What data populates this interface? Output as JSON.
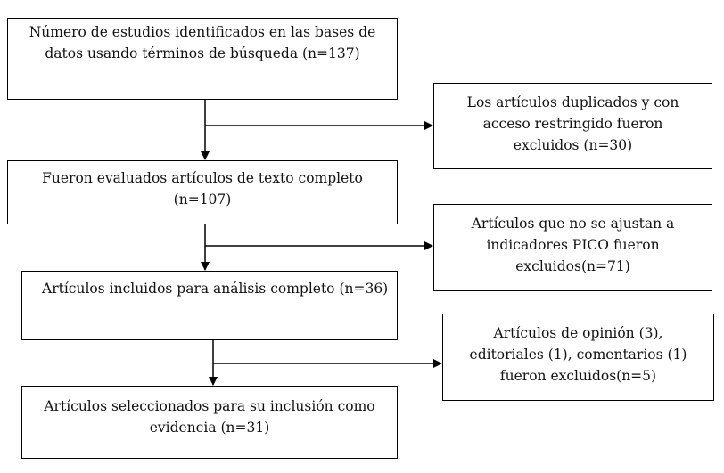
{
  "flow": {
    "main_steps": [
      {
        "lines": [
          "Número de estudios identificados en las bases de",
          "datos usando términos de búsqueda  (n=137)"
        ]
      },
      {
        "lines": [
          "Fueron evaluados artículos de texto completo",
          "(n=107)"
        ]
      },
      {
        "lines": [
          "Artículos incluidos para análisis completo (n=36)"
        ]
      },
      {
        "lines": [
          "Artículos seleccionados para su inclusión como",
          "evidencia  (n=31)"
        ]
      }
    ],
    "exclusions": [
      {
        "lines": [
          "Los artículos duplicados y con",
          "acceso restringido  fueron",
          "excluidos  (n=30)"
        ]
      },
      {
        "lines": [
          "Artículos que no se ajustan a",
          "indicadores  PICO fueron",
          "excluidos(n=71)"
        ]
      },
      {
        "lines": [
          "Artículos de opinión  (3),",
          "editoriales  (1), comentarios (1)",
          "fueron excluidos(n=5)"
        ]
      }
    ]
  }
}
